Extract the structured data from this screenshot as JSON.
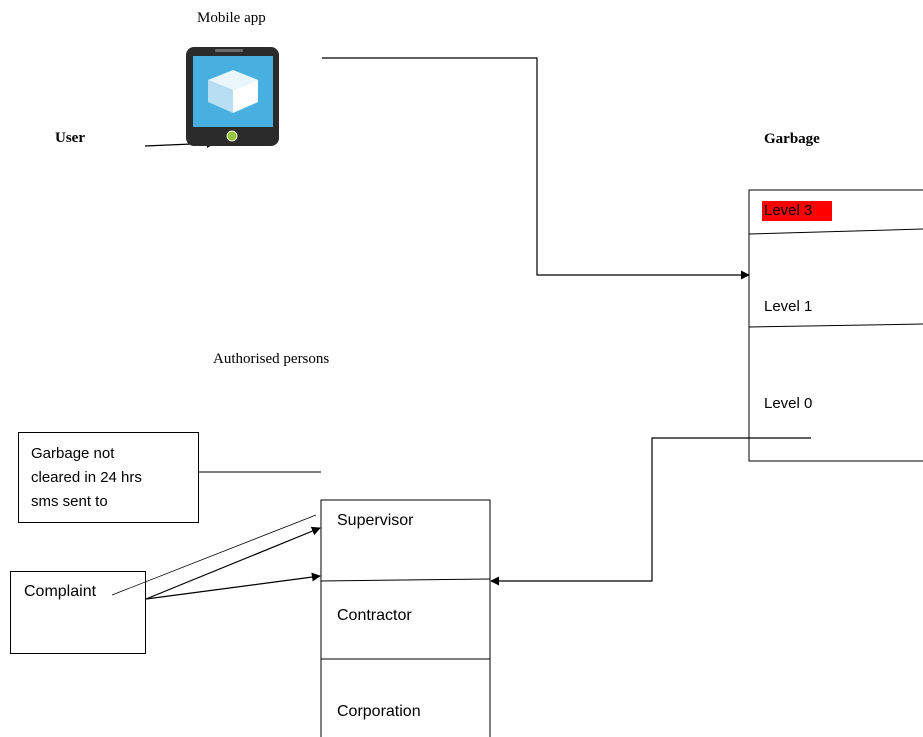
{
  "diagram": {
    "mobile_app_label": "Mobile app",
    "user_label": "User",
    "garbage_label": "Garbage",
    "authorised_label": "Authorised persons",
    "levels": [
      "Level  3",
      "Level  1",
      "Level  0"
    ],
    "note_lines": [
      "Garbage not",
      "cleared in 24 hrs",
      "sms  sent  to"
    ],
    "complaint_label": "Complaint",
    "roles": [
      "Supervisor",
      "Contractor",
      "Corporation"
    ],
    "highlight_color": "#ff0000",
    "phone_icon": "smartphone-icon"
  }
}
